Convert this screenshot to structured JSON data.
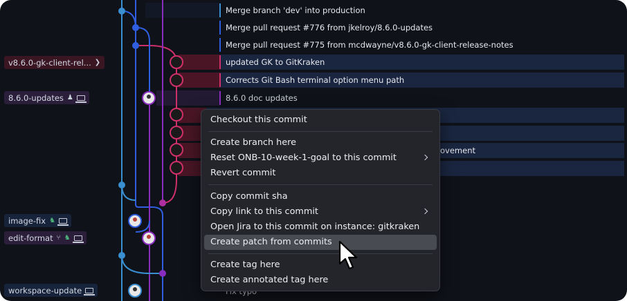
{
  "refs": [
    {
      "label": "v8.6.0-gk-client-rel...",
      "icons": [
        "terminal-icon"
      ]
    },
    {
      "label": "8.6.0-updates",
      "icons": [
        "user-icon",
        "laptop-icon"
      ]
    },
    {
      "label": "image-fix",
      "icons": [
        "gitkraken-icon",
        "laptop-icon"
      ]
    },
    {
      "label": "edit-format",
      "icons": [
        "merge-icon",
        "gitkraken-icon",
        "laptop-icon"
      ]
    },
    {
      "label": "workspace-update",
      "icons": [
        "laptop-icon"
      ]
    }
  ],
  "commits": [
    {
      "message": "Merge branch 'dev' into production"
    },
    {
      "message": "Merge pull request #776 from jkelroy/8.6.0-updates"
    },
    {
      "message": "Merge pull request #775 from mcdwayne/v8.6.0-gk-client-release-notes"
    },
    {
      "message": "updated GK to GitKraken"
    },
    {
      "message": "Corrects Git Bash terminal option menu path"
    },
    {
      "message": "8.6.0 doc updates"
    },
    {
      "message": "ovement"
    },
    {
      "message": "Fix typo"
    }
  ],
  "context_menu": {
    "groups": [
      [
        {
          "label": "Checkout this commit"
        }
      ],
      [
        {
          "label": "Create branch here"
        },
        {
          "label": "Reset ONB-10-week-1-goal to this commit",
          "submenu": true
        },
        {
          "label": "Revert commit"
        }
      ],
      [
        {
          "label": "Copy commit sha"
        },
        {
          "label": "Copy link to this commit",
          "submenu": true
        },
        {
          "label": "Open Jira to this commit on instance: gitkraken"
        },
        {
          "label": "Create patch from commits",
          "highlighted": true
        }
      ],
      [
        {
          "label": "Create tag here"
        },
        {
          "label": "Create annotated tag here"
        }
      ]
    ]
  },
  "colors": {
    "background": "#0f1219",
    "lane_blue": "#3a8fd0",
    "lane_blue2": "#2f5fe0",
    "lane_red": "#d0306a",
    "lane_purple": "#8a2dbf",
    "menu_bg": "#23252b",
    "menu_highlight": "#484b52"
  }
}
